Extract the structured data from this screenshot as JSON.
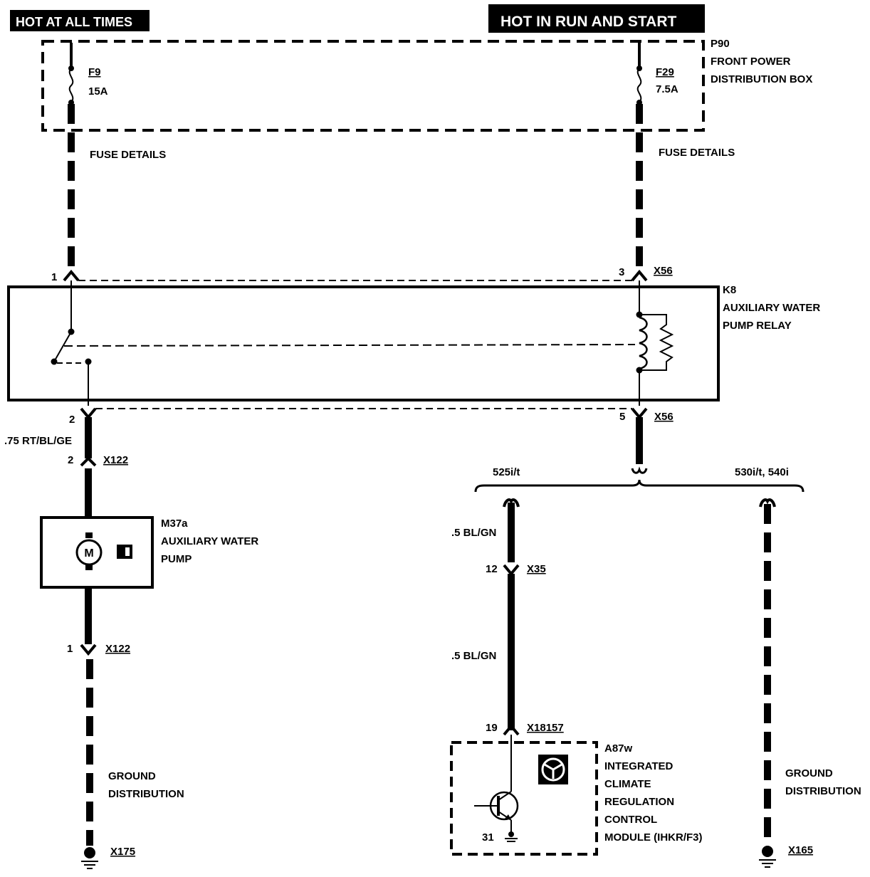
{
  "colors": {
    "ink": "#000000",
    "paper": "#ffffff"
  },
  "banners": {
    "hot_at_all_times": "HOT AT ALL TIMES",
    "hot_in_run_and_start": "HOT IN RUN AND START"
  },
  "power_box": {
    "id": "P90",
    "name_line1": "FRONT POWER",
    "name_line2": "DISTRIBUTION BOX",
    "fuse_left": {
      "id": "F9",
      "rating": "15A"
    },
    "fuse_right": {
      "id": "F29",
      "rating": "7.5A"
    },
    "fuse_details_left": "FUSE DETAILS",
    "fuse_details_right": "FUSE DETAILS"
  },
  "relay": {
    "id": "K8",
    "name_line1": "AUXILIARY WATER",
    "name_line2": "PUMP RELAY",
    "pin_1": "1",
    "pin_3": "3",
    "pin_2": "2",
    "pin_5": "5",
    "connector_top": "X56",
    "connector_bottom": "X56"
  },
  "pump_branch": {
    "wire_label": ".75 RT/BL/GE",
    "conn_top_pin": "2",
    "conn_top": "X122",
    "pump_id": "M37a",
    "pump_line1": "AUXILIARY WATER",
    "pump_line2": "PUMP",
    "motor_symbol": "M",
    "conn_bottom_pin": "1",
    "conn_bottom": "X122",
    "ground_line1": "GROUND",
    "ground_line2": "DISTRIBUTION",
    "ground_conn": "X175"
  },
  "variants": {
    "left": "525i/t",
    "right": "530i/t, 540i"
  },
  "climate_branch": {
    "wire_label_1": ".5 BL/GN",
    "conn_mid_pin": "12",
    "conn_mid": "X35",
    "wire_label_2": ".5 BL/GN",
    "conn_module_pin": "19",
    "conn_module": "X18157",
    "module_id": "A87w",
    "module_line1": "INTEGRATED",
    "module_line2": "CLIMATE",
    "module_line3": "REGULATION",
    "module_line4": "CONTROL",
    "module_line5": "MODULE (IHKR/F3)",
    "ground_pin": "31"
  },
  "right_ground": {
    "ground_line1": "GROUND",
    "ground_line2": "DISTRIBUTION",
    "ground_conn": "X165"
  }
}
